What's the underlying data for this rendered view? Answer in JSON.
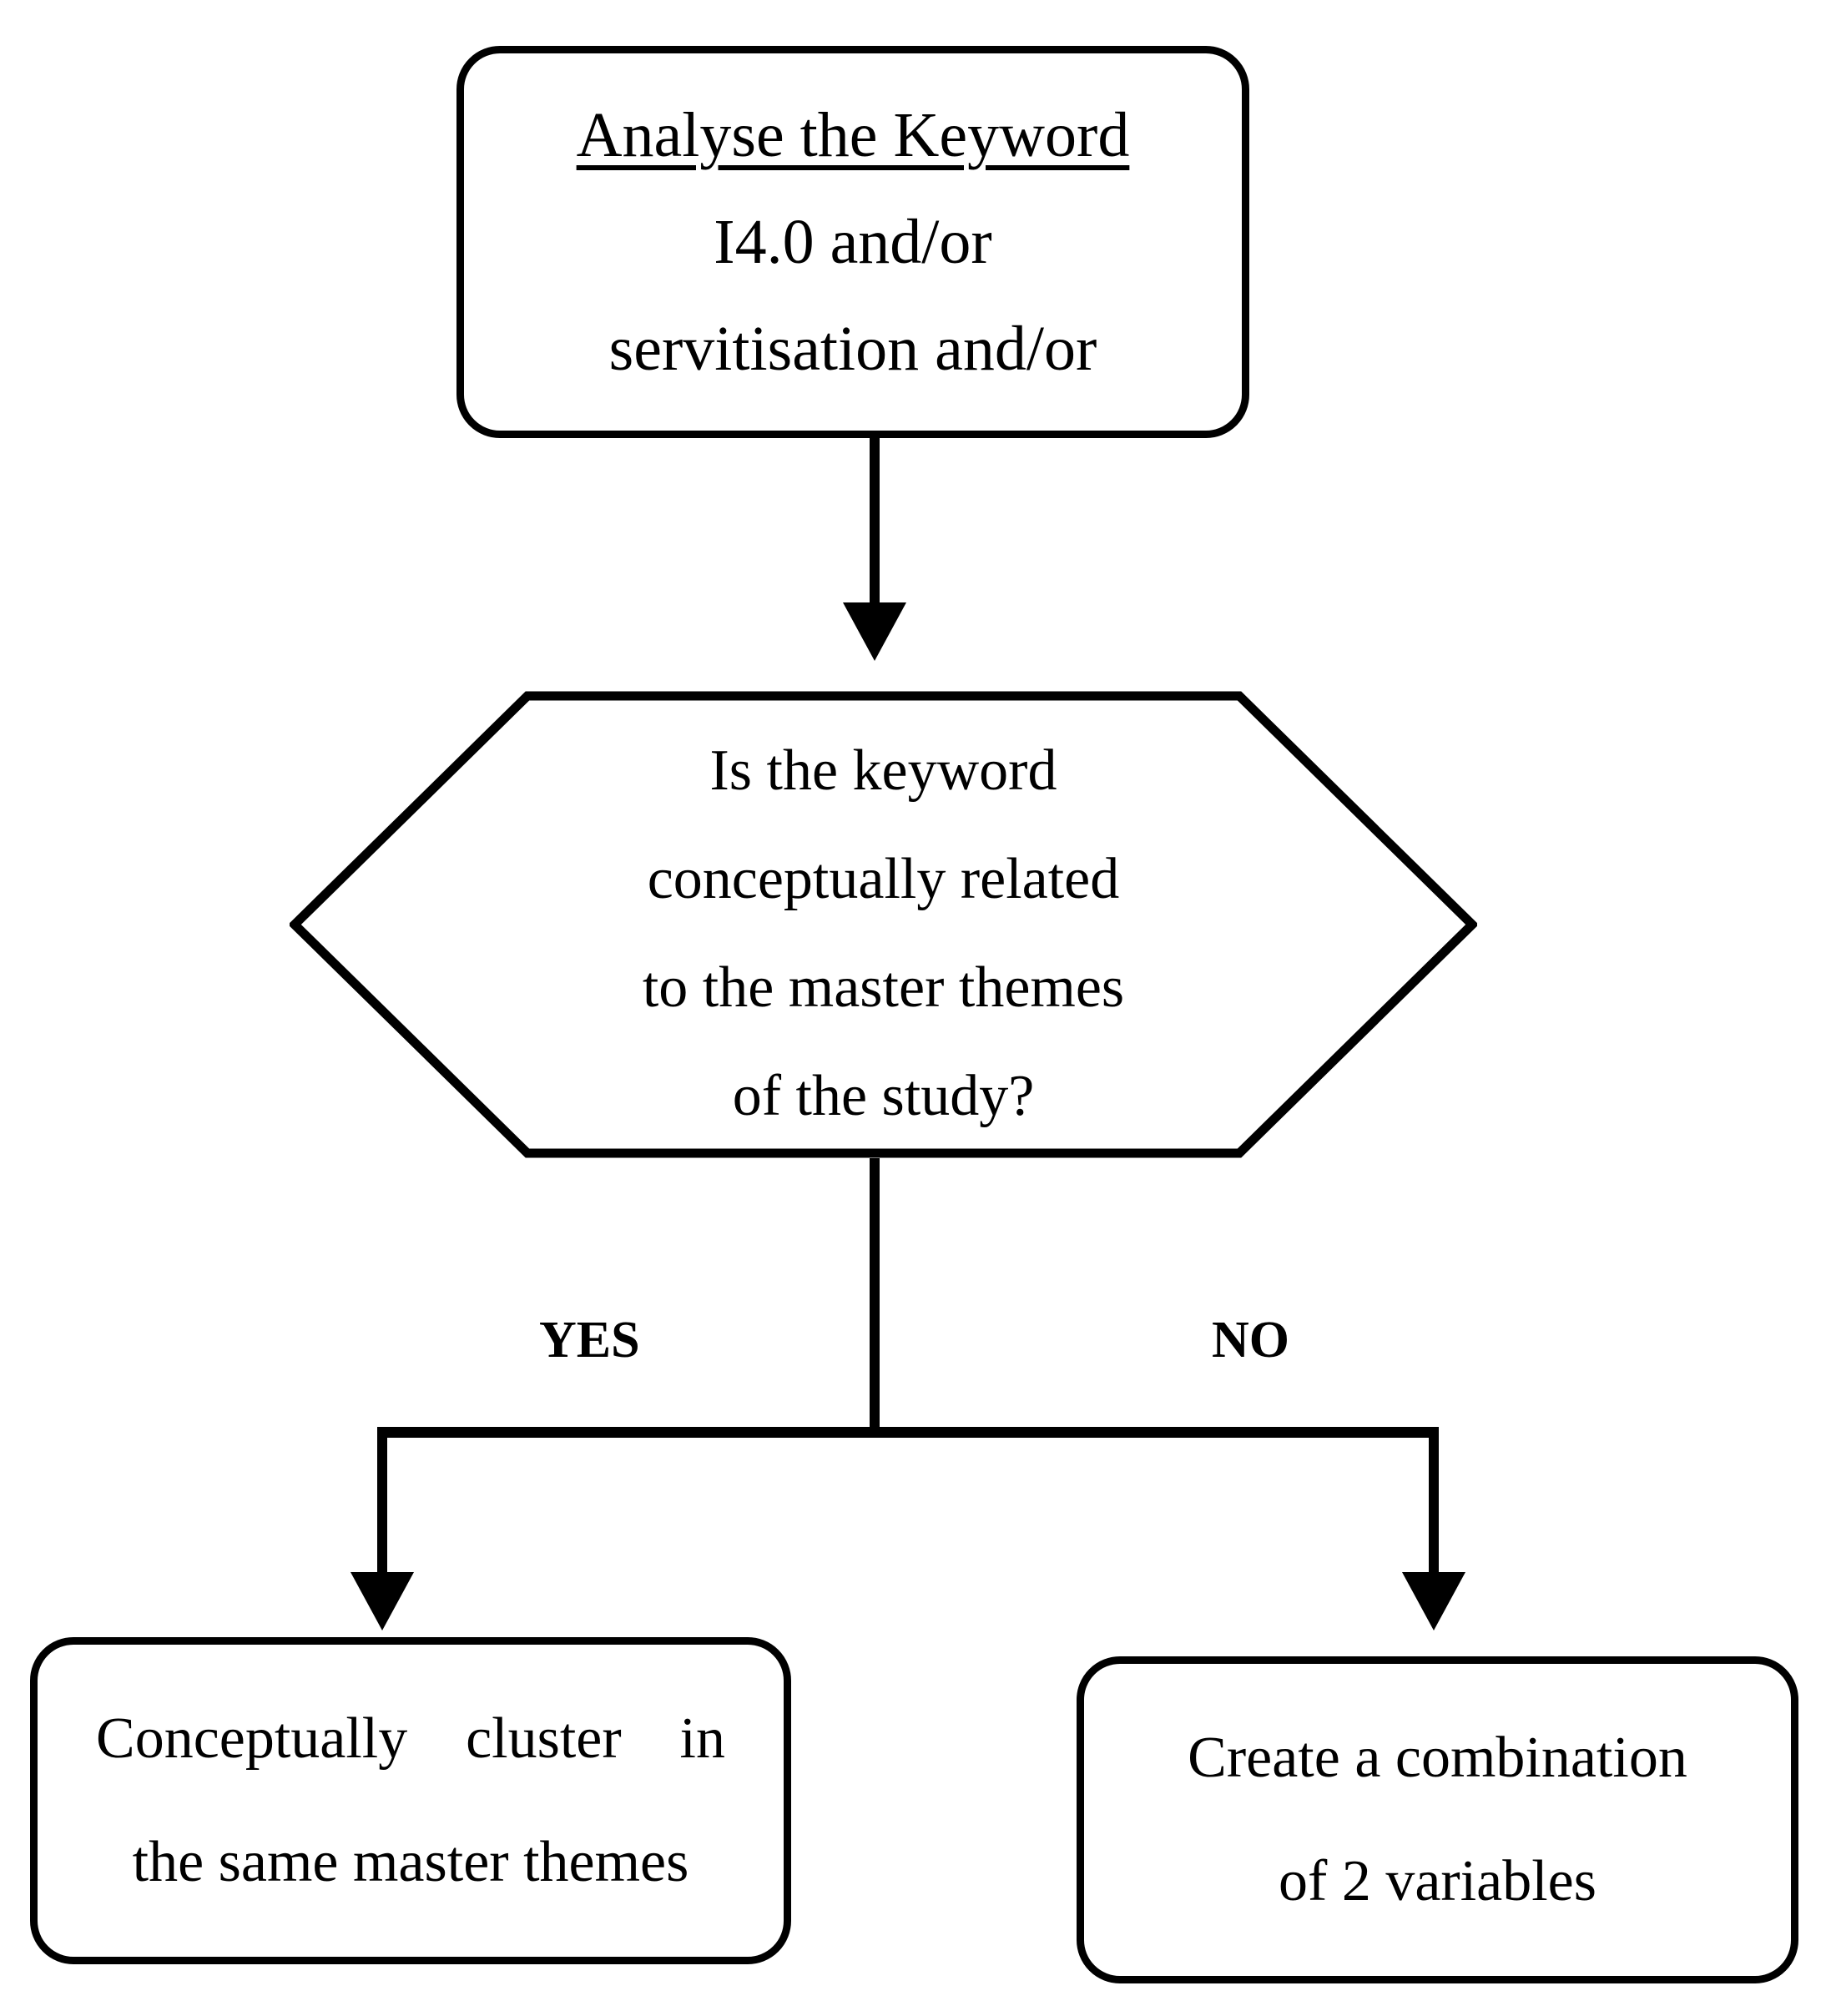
{
  "diagram": {
    "type": "flowchart",
    "orientation": "top-down",
    "background_color": "#ffffff",
    "stroke_color": "#000000",
    "nodes": {
      "start": {
        "shape": "rounded-rectangle",
        "lines": [
          "Analyse the Keyword",
          "I4.0 and/or",
          "servitisation and/or"
        ],
        "underlined_line": "Analyse the Keyword"
      },
      "decision": {
        "shape": "hexagon",
        "lines": [
          "Is the keyword",
          "conceptually related",
          "to the master themes",
          "of the study?"
        ]
      },
      "yes_outcome": {
        "shape": "rounded-rectangle",
        "lines": [
          "Conceptually  cluster  in",
          "the same master themes"
        ]
      },
      "no_outcome": {
        "shape": "rounded-rectangle",
        "lines": [
          "Create a combination",
          "of 2 variables"
        ]
      }
    },
    "edges": [
      {
        "from": "start",
        "to": "decision",
        "label": ""
      },
      {
        "from": "decision",
        "to": "yes_outcome",
        "label": "YES"
      },
      {
        "from": "decision",
        "to": "no_outcome",
        "label": "NO"
      }
    ],
    "labels": {
      "yes": "YES",
      "no": "NO"
    }
  }
}
